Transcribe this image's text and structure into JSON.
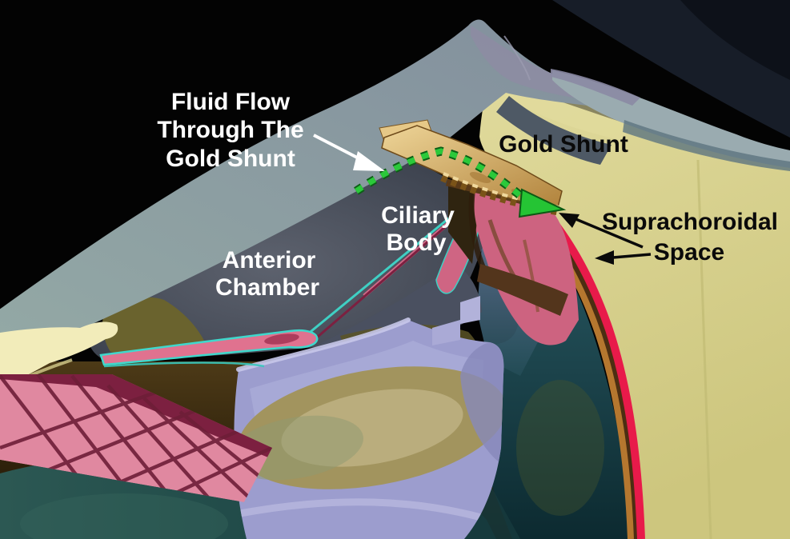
{
  "diagram": {
    "labels": {
      "fluid_flow": {
        "line1": "Fluid Flow",
        "line2": "Through The",
        "line3": "Gold Shunt",
        "color": "#ffffff"
      },
      "gold_shunt": {
        "text": "Gold Shunt",
        "color": "#000000"
      },
      "ciliary_body": {
        "line1": "Ciliary",
        "line2": "Body",
        "color": "#ffffff"
      },
      "anterior_chamber": {
        "line1": "Anterior",
        "line2": "Chamber",
        "color": "#ffffff"
      },
      "suprachoroidal_space": {
        "line1": "Suprachoroidal",
        "line2": "Space",
        "color": "#000000"
      }
    },
    "annotations": {
      "flow_path_style": "green dotted arrow through the gold shunt into the suprachoroidal space",
      "flow_green": "#2bc93a",
      "white_pointer": "#ffffff",
      "black_pointer": "#0a0a0a"
    },
    "palette": {
      "background": "#000000",
      "sclera_yellow": "#d5cf87",
      "sclera_cream": "#f2ecba",
      "cornea_gray": "#8fa4a3",
      "conjunctival_flap": "#9aabb0",
      "anterior_chamber": "#454b58",
      "iris_pink": "#e088a0",
      "iris_maroon": "#7c2040",
      "iris_outline_cyan": "#3fd8cc",
      "ciliary_body_pink": "#cd6380",
      "suprachoroidal_red": "#e81a4a",
      "choroid_orange": "#b5772f",
      "vitreous_teal": "#1e4851",
      "lens_lavender": "#9c9dce",
      "lens_core_tan": "#a2945e",
      "gold_shunt": "#d9b877"
    }
  }
}
